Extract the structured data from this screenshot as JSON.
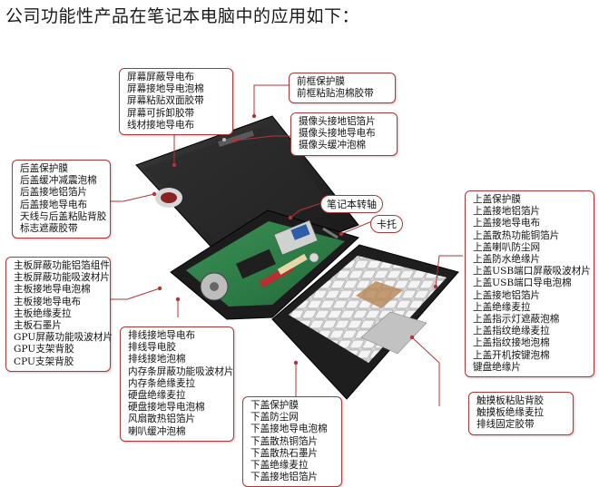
{
  "page_title": "公司功能性产品在笔记本电脑中的应用如下：",
  "callouts": {
    "screen": [
      "屏幕屏蔽导电布",
      "屏幕接地导电泡棉",
      "屏幕粘贴双面胶带",
      "屏幕可拆卸胶带",
      "线材接地导电布"
    ],
    "bezel": [
      "前框保护膜",
      "前框粘贴泡棉胶带"
    ],
    "camera": [
      "摄像头接地铝箔片",
      "摄像头接地导电布",
      "摄像头缓冲泡棉"
    ],
    "back_cover": [
      "后盖保护膜",
      "后盖缓冲减震泡棉",
      "后盖接地铝箔片",
      "后盖接地导电布",
      "天线与后盖粘贴背胶",
      "标志遮蔽胶带"
    ],
    "hinge": "笔记本转轴",
    "card_holder": "卡托",
    "top_cover": [
      "上盖保护膜",
      "上盖接地铝箔片",
      "上盖接地导电布",
      "上盖散热功能铜箔片",
      "上盖喇叭防尘网",
      "上盖防水绝缘片",
      "上盖USB端口屏蔽吸波材片",
      "上盖USB端口导电泡棉",
      "上盖接地铝箔片",
      "上盖绝缘麦拉",
      "上盖指示灯遮蔽泡棉",
      "上盖指纹绝缘麦拉",
      "上盖指纹接地泡棉",
      "上盖开机按键泡棉",
      "键盘绝缘片"
    ],
    "mainboard": [
      "主板屏蔽功能铝箔组件",
      "主板屏蔽功能吸波材片",
      "主板接地导电泡棉",
      "主板接地导电布",
      "主板绝缘麦拉",
      "主板石墨片",
      "GPU屏蔽功能吸波材片",
      "GPU支架背胶",
      "CPU支架背胶"
    ],
    "cable": [
      "排线接地导电布",
      "排线导电胶",
      "排线接地泡棉",
      "内存条屏蔽功能吸波材片",
      "内存条绝缘麦拉",
      "硬盘绝缘麦拉",
      "硬盘接地导电泡棉",
      "风扇散热铝箔片",
      "喇叭缓冲泡棉"
    ],
    "bottom_cover": [
      "下盖保护膜",
      "下盖防尘网",
      "下盖接地导电泡棉",
      "下盖散热铜箔片",
      "下盖散热石墨片",
      "下盖绝缘麦拉",
      "下盖接地铝箔片"
    ],
    "touchpad": [
      "触摸板粘贴背胶",
      "触摸板绝缘麦拉",
      "排线固定胶带"
    ]
  },
  "colors": {
    "accent": "#a8383a",
    "leader": "#b03535",
    "text": "#111111",
    "pcb": "#2e7d4a",
    "keyboard": "#e8e8e8",
    "chassis": "#1c1c1c"
  }
}
